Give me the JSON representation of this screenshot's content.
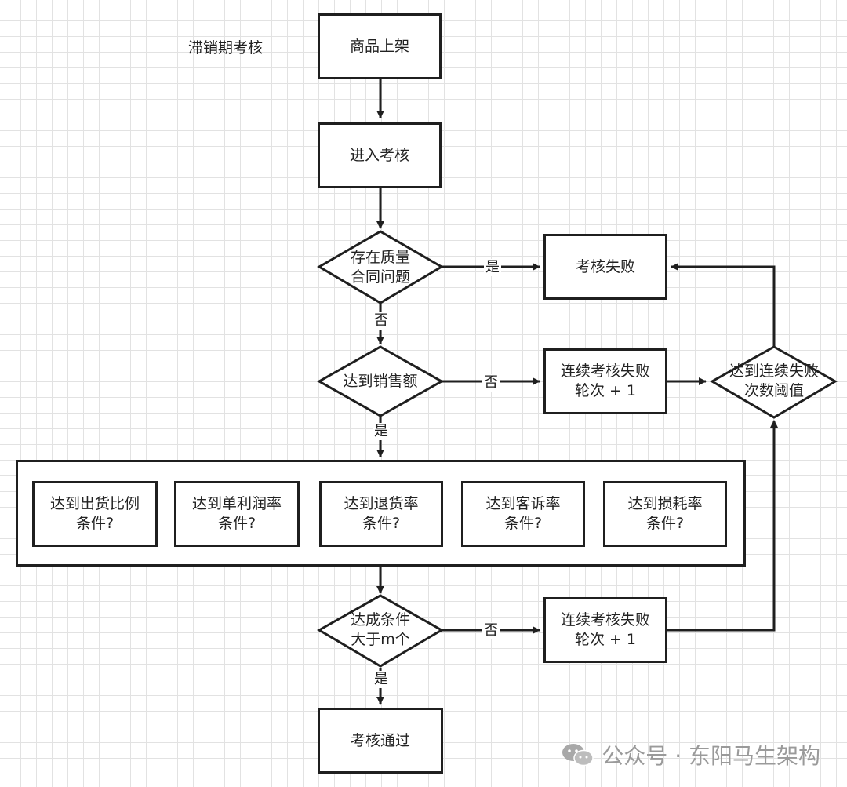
{
  "title": "滞销期考核",
  "nodes": {
    "listing": "商品上架",
    "enter": "进入考核",
    "quality": "存在质量\n合同问题",
    "fail": "考核失败",
    "sales": "达到销售额",
    "fail_count_1": "连续考核失败\n轮次 + 1",
    "threshold": "达到连续失败\n次数阈值",
    "cond_1": "达到出货比例\n条件?",
    "cond_2": "达到单利润率\n条件?",
    "cond_3": "达到退货率\n条件?",
    "cond_4": "达到客诉率\n条件?",
    "cond_5": "达到损耗率\n条件?",
    "met": "达成条件\n大于m个",
    "fail_count_2": "连续考核失败\n轮次 + 1",
    "pass": "考核通过"
  },
  "edge_labels": {
    "quality_yes": "是",
    "quality_no": "否",
    "sales_no": "否",
    "sales_yes": "是",
    "met_no": "否",
    "met_yes": "是"
  },
  "watermark": "公众号 · 东阳马生架构",
  "colors": {
    "stroke": "#1f1f1f",
    "grid": "#e2e2e2",
    "watermark": "#9a9a9a"
  }
}
